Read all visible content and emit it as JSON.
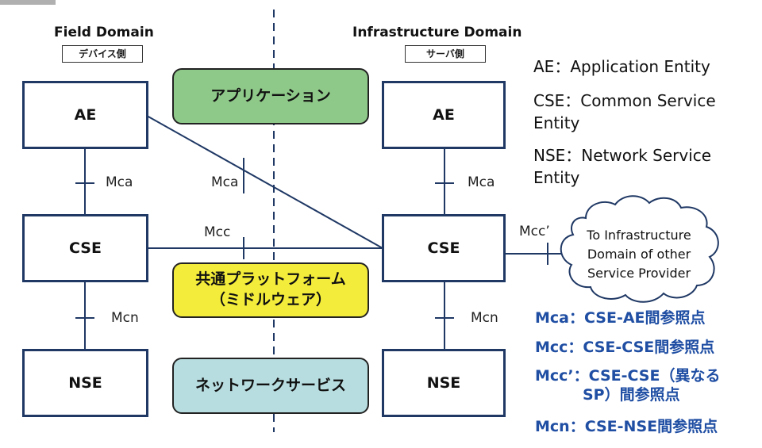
{
  "field": {
    "title": "Field Domain",
    "subtitle": "デバイス側",
    "ae": "AE",
    "cse": "CSE",
    "nse": "NSE",
    "mca": "Mca",
    "mcn": "Mcn"
  },
  "infra": {
    "title": "Infrastructure Domain",
    "subtitle": "サーバ側",
    "ae": "AE",
    "cse": "CSE",
    "nse": "NSE",
    "mca": "Mca",
    "mcn": "Mcn"
  },
  "center": {
    "application": "アプリケーション",
    "platform_line1": "共通プラットフォーム",
    "platform_line2": "（ミドルウェア）",
    "network": "ネットワークサービス",
    "mca_cross": "Mca",
    "mcc": "Mcc"
  },
  "mcc_prime": "Mcc’",
  "cloud": {
    "line1": "To Infrastructure",
    "line2": "Domain of other",
    "line3": "Service Provider"
  },
  "legend": {
    "ae": "AE：Application Entity",
    "cse_line1": "CSE：Common Service",
    "cse_line2": "Entity",
    "nse_line1": "NSE：Network Service",
    "nse_line2": "Entity"
  },
  "refs": {
    "mca": "Mca：CSE-AE間参照点",
    "mcc": "Mcc：CSE-CSE間参照点",
    "mcc_prime_line1": "Mcc’：CSE-CSE（異なる",
    "mcc_prime_line2": "SP）間参照点",
    "mcn": "Mcn：CSE-NSE間参照点"
  },
  "colors": {
    "application_fill": "#8fc989",
    "platform_fill": "#f4ec3a",
    "network_fill": "#b8dde0",
    "box_border": "#1f3864",
    "ref_text": "#1f4ea3"
  }
}
